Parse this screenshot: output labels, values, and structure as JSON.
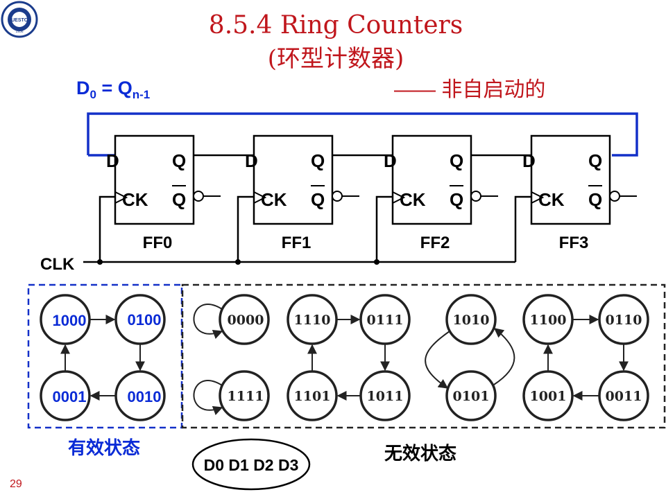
{
  "slide": {
    "title": "8.5.4  Ring Counters",
    "subtitle": "(环型计数器)",
    "equation": {
      "base": "D",
      "sub0": "0",
      "eq": " = Q",
      "sub1": "n-1"
    },
    "note": "—— 非自启动的",
    "page_number": "29",
    "logo_text": "UESTC",
    "logo_year": "1956"
  },
  "circuit": {
    "pin_d": "D",
    "pin_q": "Q",
    "pin_ck": "CK",
    "pin_qbar": "Q",
    "flip_flops": [
      "FF0",
      "FF1",
      "FF2",
      "FF3"
    ],
    "clock_label": "CLK"
  },
  "state_diagram": {
    "valid_states": [
      "1000",
      "0100",
      "0010",
      "0001"
    ],
    "valid_label": "有效状态",
    "invalid_states": {
      "self_loops": [
        "0000",
        "1111"
      ],
      "cycle_a": [
        "1110",
        "0111",
        "1011",
        "1101"
      ],
      "cycle_b": [
        "1010",
        "0101"
      ],
      "cycle_c": [
        "1100",
        "0110",
        "0011",
        "1001"
      ]
    },
    "invalid_label": "无效状态",
    "bit_order_label": "D0 D1 D2 D3"
  },
  "colors": {
    "accent_red": "#c0161c",
    "accent_blue": "#0a2bd6",
    "wire_blue": "#1330c8",
    "ink": "#000000"
  }
}
